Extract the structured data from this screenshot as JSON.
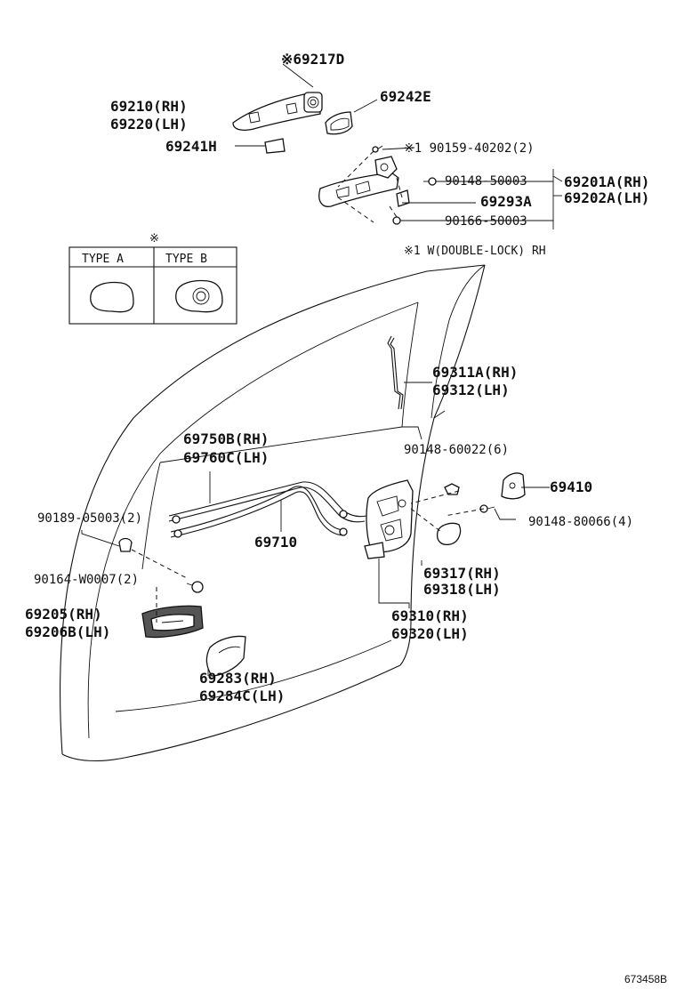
{
  "labels": {
    "p69217d": "※69217D",
    "p69210": "69210(RH)",
    "p69220": "69220(LH)",
    "p69242e": "69242E",
    "p69241h": "69241H",
    "p90159": "※1 90159-40202(2)",
    "p90148_50003": "90148-50003",
    "p69201a": "69201A(RH)",
    "p69202a": "69202A(LH)",
    "p69293a": "69293A",
    "p90166": "90166-50003",
    "note_w": "※1 W(DOUBLE-LOCK) RH",
    "type_mark": "※",
    "type_a": "TYPE A",
    "type_b": "TYPE B",
    "p69311a": "69311A(RH)",
    "p69312": "69312(LH)",
    "p90148_60022": "90148-60022(6)",
    "p69750b": "69750B(RH)",
    "p69760c": "69760C(LH)",
    "p69410": "69410",
    "p90189": "90189-05003(2)",
    "p90148_80066": "90148-80066(4)",
    "p69710": "69710",
    "p90164": "90164-W0007(2)",
    "p69317": "69317(RH)",
    "p69318": "69318(LH)",
    "p69205": "69205(RH)",
    "p69206b": "69206B(LH)",
    "p69310": "69310(RH)",
    "p69320": "69320(LH)",
    "p69283": "69283(RH)",
    "p69284c": "69284C(LH)",
    "ref_code": "673458B"
  }
}
